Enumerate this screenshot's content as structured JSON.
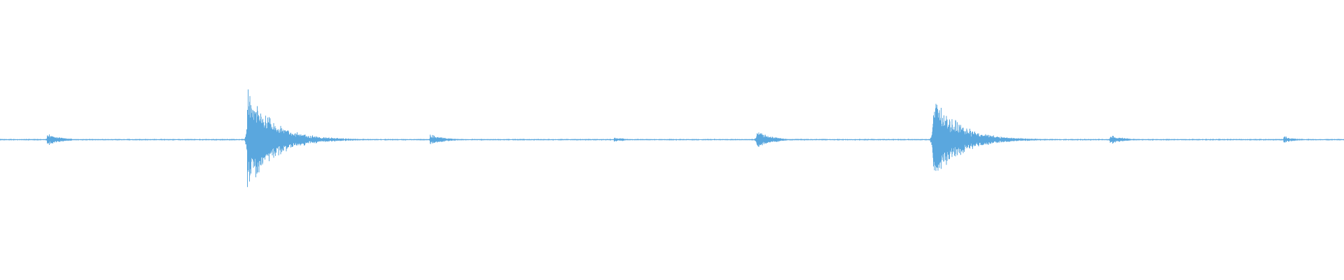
{
  "waveform": {
    "color": "#5aa7de",
    "background": "#ffffff",
    "duration_fraction_note": "",
    "transients": [
      {
        "position": 0.035,
        "amplitude": 0.05,
        "decay": 0.01
      },
      {
        "position": 0.184,
        "amplitude": 0.4,
        "decay": 0.02
      },
      {
        "position": 0.32,
        "amplitude": 0.05,
        "decay": 0.01
      },
      {
        "position": 0.457,
        "amplitude": 0.02,
        "decay": 0.01
      },
      {
        "position": 0.563,
        "amplitude": 0.08,
        "decay": 0.01
      },
      {
        "position": 0.694,
        "amplitude": 0.36,
        "decay": 0.02
      },
      {
        "position": 0.826,
        "amplitude": 0.04,
        "decay": 0.01
      },
      {
        "position": 0.955,
        "amplitude": 0.03,
        "decay": 0.008
      }
    ],
    "baseline_noise": 0.006
  }
}
